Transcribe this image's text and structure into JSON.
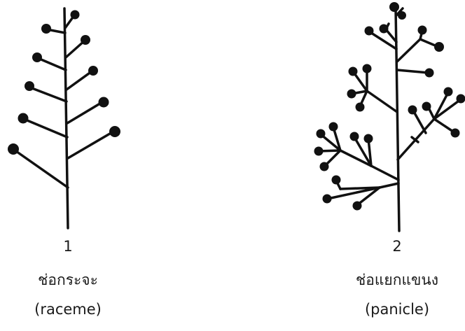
{
  "figures": [
    {
      "number": "1",
      "thai_name": "ช่อกระจะ",
      "latin_name": "(raceme)",
      "icon": "raceme-inflorescence-drawing"
    },
    {
      "number": "2",
      "thai_name": "ช่อแยกแขนง",
      "latin_name": "(panicle)",
      "icon": "panicle-inflorescence-drawing"
    }
  ],
  "colors": {
    "ink": "#111111",
    "background": "#ffffff"
  }
}
